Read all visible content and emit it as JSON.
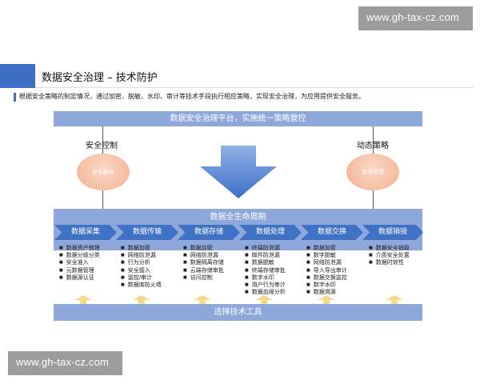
{
  "watermark": "www.gh-tax-cz.com",
  "title": "数据安全治理 – 技术防护",
  "subtitle": "根据安全策略的制定情况，通过加密、脱敏、水印、审计等技术手段执行相应策略，实现安全治理，为应用提供安全服务。",
  "platform": "数据安全治理平台，实施统一策略管控",
  "left_label": "安全控制",
  "left_circle": "安全服务",
  "right_label": "动态策略",
  "right_circle": "安全管理",
  "lifecycle_title": "数据全生命周期",
  "stages": [
    {
      "name": "数据采集",
      "items": [
        "数据资产梳理",
        "数据分级分类",
        "安全准入",
        "元数据管理",
        "数据源认证"
      ]
    },
    {
      "name": "数据传输",
      "items": [
        "数据加密",
        "网络防泄漏",
        "行为分析",
        "安全接入",
        "监控/审计",
        "数据库防火墙"
      ]
    },
    {
      "name": "数据存储",
      "items": [
        "数据加密",
        "网络防泄漏",
        "数据隔离存储",
        "云端存储审批",
        "访问控制"
      ]
    },
    {
      "name": "数据处理",
      "items": [
        "终端防泄漏",
        "邮件防泄漏",
        "数据脱敏",
        "终端存储审批",
        "数字水印",
        "用户行为审计",
        "数据血缘分析"
      ]
    },
    {
      "name": "数据交换",
      "items": [
        "数据加密",
        "数字脱敏",
        "网络防泄漏",
        "导入导出审计",
        "数据交换监控",
        "数字水印",
        "数据溯源"
      ]
    },
    {
      "name": "数据销毁",
      "items": [
        "数据安全销毁",
        "介质安全处置",
        "数据时效性"
      ]
    }
  ],
  "tools": "选择技术工具",
  "colors": {
    "accent": "#3e6fc4",
    "band": "#8fa8dc",
    "chevron": "#3f72c4",
    "circle": "#f2b294",
    "arrow": "#f5d98c"
  }
}
